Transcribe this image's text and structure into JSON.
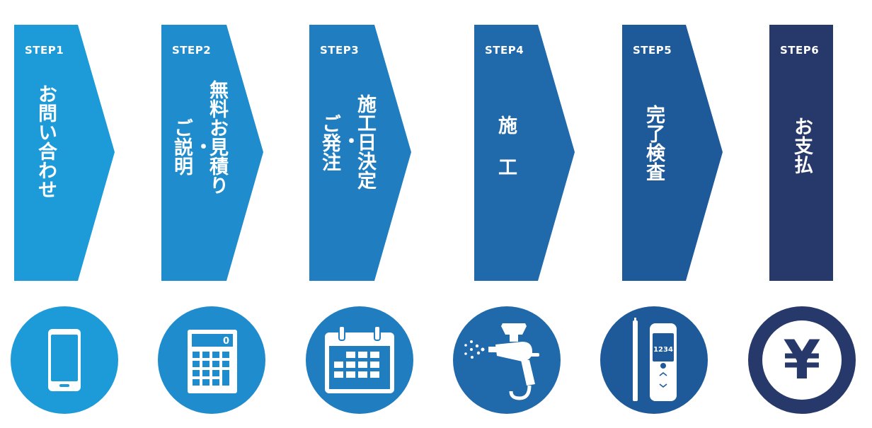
{
  "steps": [
    {
      "label": "STEP1",
      "title_lines": [
        "お問い合わせ"
      ],
      "color": "#1d9ad8",
      "icon": "smartphone-icon"
    },
    {
      "label": "STEP2",
      "title_lines": [
        "無料お見積り",
        "・",
        "ご説明"
      ],
      "color": "#1f8ccd",
      "icon": "calculator-icon"
    },
    {
      "label": "STEP3",
      "title_lines": [
        "施工日決定",
        "・",
        "ご発注"
      ],
      "color": "#207ec0",
      "icon": "calendar-icon"
    },
    {
      "label": "STEP4",
      "title_lines": [
        "施工"
      ],
      "color": "#2069aa",
      "icon": "spray-gun-icon"
    },
    {
      "label": "STEP5",
      "title_lines": [
        "完了検査"
      ],
      "color": "#1e5a99",
      "icon": "inspection-meter-icon"
    },
    {
      "label": "STEP6",
      "title_lines": [
        "お支払"
      ],
      "color": "#27386a",
      "icon": "yen-icon"
    }
  ],
  "icons_text": {
    "calculator_display": "0",
    "meter_display": "1234",
    "yen_symbol": "¥"
  }
}
